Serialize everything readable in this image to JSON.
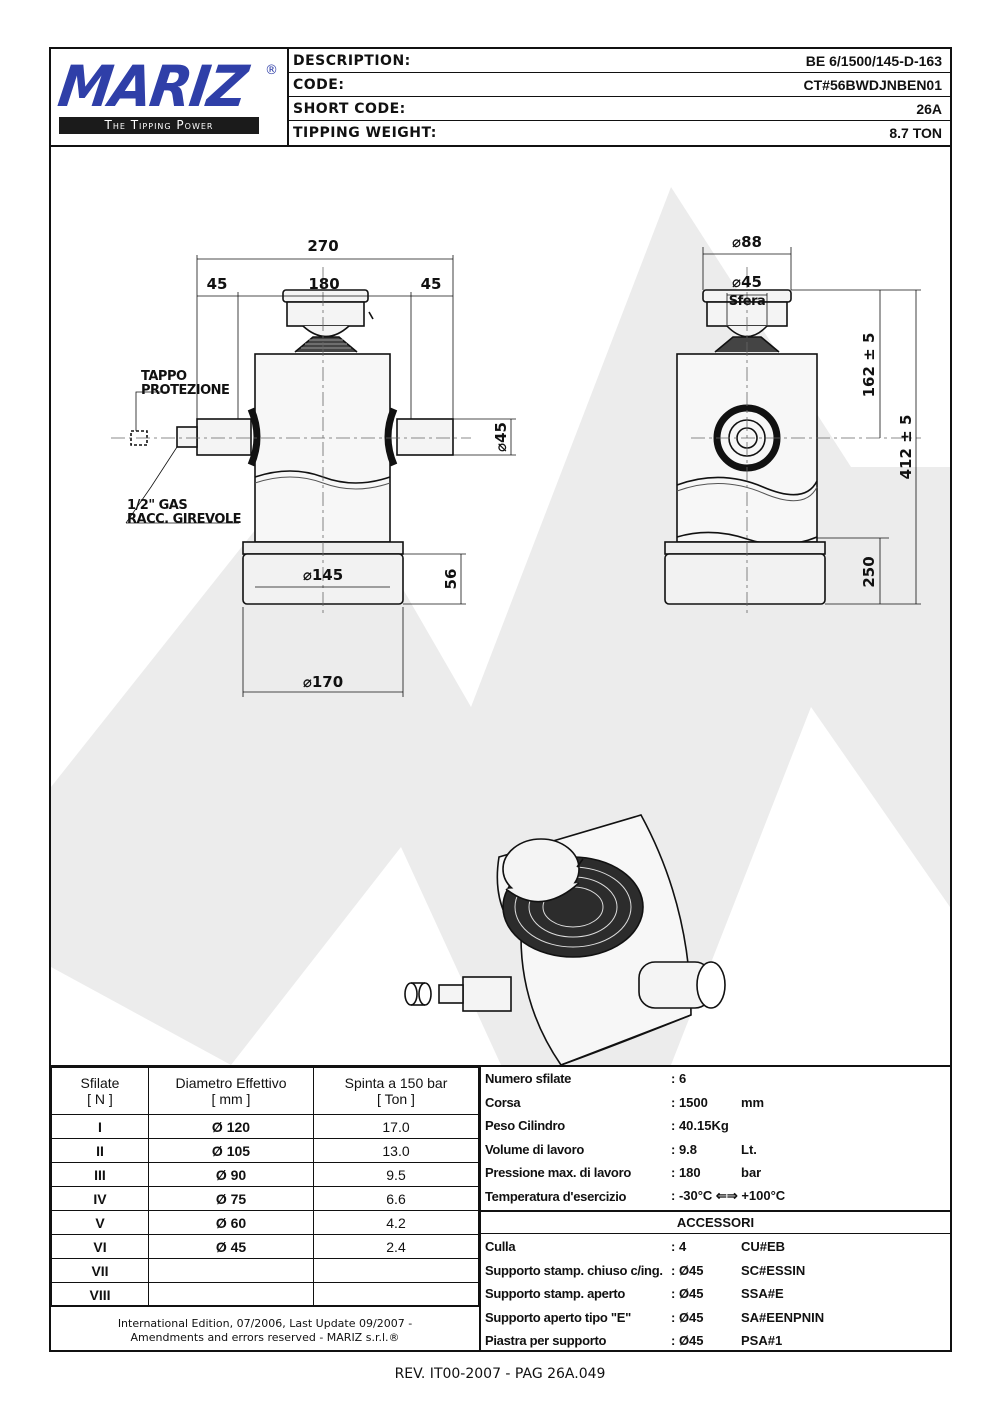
{
  "logo": {
    "brand": "MARIZ",
    "registered": "®",
    "tagline": "The Tipping Power"
  },
  "header": {
    "rows": [
      {
        "label": "DESCRIPTION:",
        "value": "BE 6/1500/145-D-163"
      },
      {
        "label": "CODE:",
        "value": "CT#56BWDJNBEN01"
      },
      {
        "label": "SHORT CODE:",
        "value": "26A"
      },
      {
        "label": "TIPPING WEIGHT:",
        "value": "8.7 TON"
      }
    ]
  },
  "drawing": {
    "front": {
      "dim_total_width": "270",
      "dim_left": "45",
      "dim_center": "180",
      "dim_right": "45",
      "dim_pin": "⌀45",
      "dim_body": "⌀145",
      "dim_base_h": "56",
      "dim_base": "⌀170",
      "label_cap_1": "TAPPO",
      "label_cap_2": "PROTEZIONE",
      "label_gas_1": "1/2\" GAS",
      "label_gas_2": "RACC. GIREVOLE"
    },
    "side": {
      "dim_top": "⌀88",
      "dim_ball": "⌀45",
      "dim_ball_label": "Sfera",
      "dim_upper": "162 ± 5",
      "dim_total": "412 ± 5",
      "dim_lower": "250"
    }
  },
  "stages_table": {
    "headers": [
      [
        "Sfilate",
        "[ N ]"
      ],
      [
        "Diametro Effettivo",
        "[ mm ]"
      ],
      [
        "Spinta a 150 bar",
        "[ Ton ]"
      ]
    ],
    "rows": [
      [
        "I",
        "Ø 120",
        "17.0"
      ],
      [
        "II",
        "Ø 105",
        "13.0"
      ],
      [
        "III",
        "Ø 90",
        "9.5"
      ],
      [
        "IV",
        "Ø 75",
        "6.6"
      ],
      [
        "V",
        "Ø 60",
        "4.2"
      ],
      [
        "VI",
        "Ø 45",
        "2.4"
      ],
      [
        "VII",
        "",
        ""
      ],
      [
        "VIII",
        "",
        ""
      ]
    ]
  },
  "footnote": {
    "line1": "International Edition, 07/2006, Last Update 09/2007 -",
    "line2": "Amendments and errors reserved - MARIZ s.r.l.®"
  },
  "specs": [
    {
      "key": "Numero sfilate",
      "value": ": 6",
      "unit": ""
    },
    {
      "key": "Corsa",
      "value": ": 1500",
      "unit": "mm"
    },
    {
      "key": "Peso Cilindro",
      "value": ": 40.15Kg",
      "unit": ""
    },
    {
      "key": "Volume di lavoro",
      "value": ": 9.8",
      "unit": "Lt."
    },
    {
      "key": "Pressione max. di lavoro",
      "value": ": 180",
      "unit": "bar"
    },
    {
      "key": "Temperatura d'esercizio",
      "value": ": -30°C ⇐⇒ +100°C",
      "unit": ""
    }
  ],
  "accessories": {
    "title": "ACCESSORI",
    "rows": [
      {
        "name": "Culla",
        "qty": ": 4",
        "code": "CU#EB"
      },
      {
        "name": "Supporto stamp. chiuso c/ing.",
        "qty": ": Ø45",
        "code": "SC#ESSIN"
      },
      {
        "name": "Supporto stamp. aperto",
        "qty": ": Ø45",
        "code": "SSA#E"
      },
      {
        "name": "Supporto aperto tipo \"E\"",
        "qty": ": Ø45",
        "code": "SA#EENPNIN"
      },
      {
        "name": "Piastra per supporto",
        "qty": ": Ø45",
        "code": "PSA#1"
      }
    ]
  },
  "page_ref": "REV. IT00-2007 - PAG 26A.049"
}
